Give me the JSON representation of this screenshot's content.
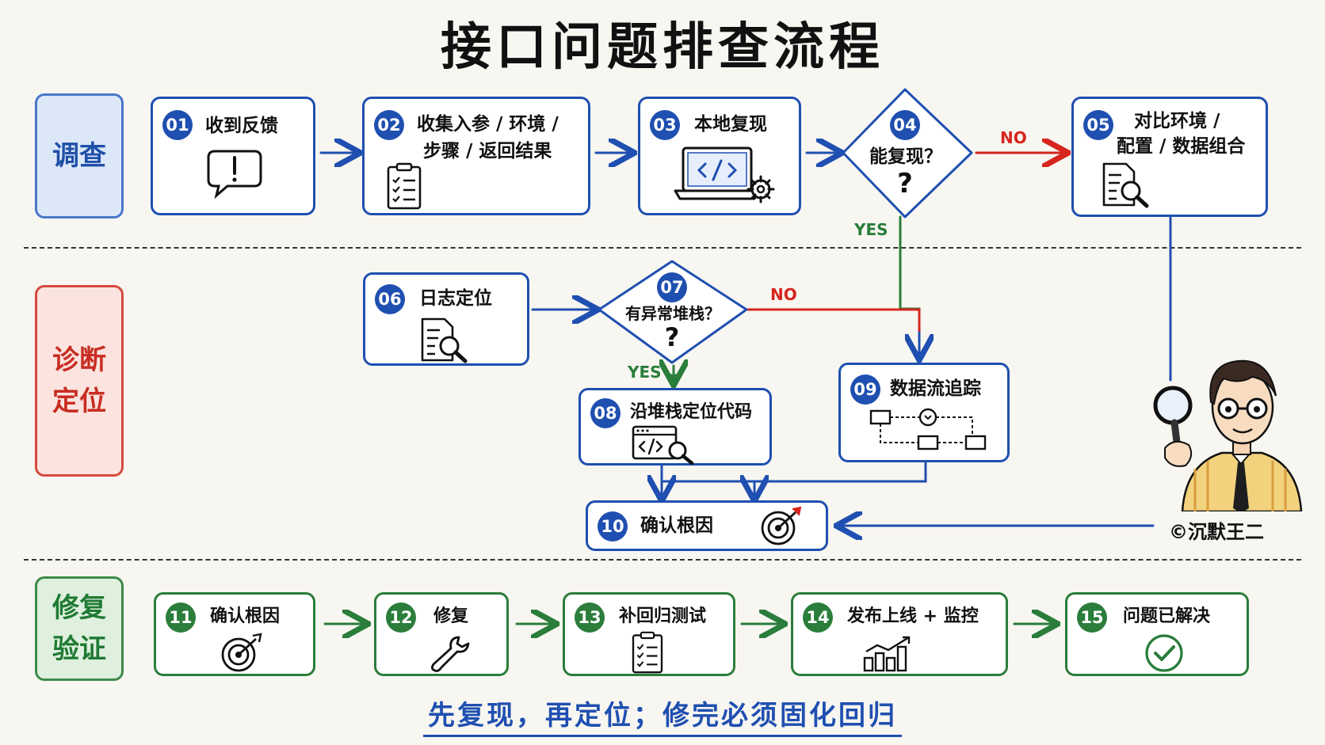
{
  "title": "接口问题排查流程",
  "lanes": {
    "investigate": [
      "调查"
    ],
    "diagnose": [
      "诊断",
      "定位"
    ],
    "fix": [
      "修复",
      "验证"
    ]
  },
  "steps": [
    {
      "num": "01",
      "lines": [
        "收到反馈"
      ],
      "icon": "exclamation-bubble-icon"
    },
    {
      "num": "02",
      "lines": [
        "收集入参 / 环境 /",
        "步骤 / 返回结果"
      ],
      "icon": "clipboard-checklist-icon"
    },
    {
      "num": "03",
      "lines": [
        "本地复现"
      ],
      "icon": "laptop-code-gear-icon"
    },
    {
      "num": "04",
      "lines": [
        "能复现？"
      ],
      "mark": "?"
    },
    {
      "num": "05",
      "lines": [
        "对比环境 /",
        "配置 / 数据组合"
      ],
      "icon": "document-search-icon"
    },
    {
      "num": "06",
      "lines": [
        "日志定位"
      ],
      "icon": "document-search-icon"
    },
    {
      "num": "07",
      "lines": [
        "有异常堆栈？"
      ],
      "mark": "?"
    },
    {
      "num": "08",
      "lines": [
        "沿堆栈定位代码"
      ],
      "icon": "code-window-search-icon"
    },
    {
      "num": "09",
      "lines": [
        "数据流追踪"
      ],
      "icon": "data-flow-icon"
    },
    {
      "num": "10",
      "lines": [
        "确认根因"
      ],
      "icon": "target-icon"
    },
    {
      "num": "11",
      "lines": [
        "确认根因"
      ],
      "icon": "target-icon"
    },
    {
      "num": "12",
      "lines": [
        "修复"
      ],
      "icon": "wrench-icon"
    },
    {
      "num": "13",
      "lines": [
        "补回归测试"
      ],
      "icon": "clipboard-checklist-icon"
    },
    {
      "num": "14",
      "lines": [
        "发布上线 + 监控"
      ],
      "icon": "bar-chart-up-icon"
    },
    {
      "num": "15",
      "lines": [
        "问题已解决"
      ],
      "icon": "check-circle-icon"
    }
  ],
  "branches": {
    "no": "NO",
    "yes": "YES",
    "yes_arrow": "YES ↓"
  },
  "copyright": "©沉默王二",
  "footer": "先复现，再定位；修完必须固化回归",
  "colors": {
    "blue": "#1f4fb0",
    "red": "#d6251d",
    "green": "#2a7d3a"
  }
}
